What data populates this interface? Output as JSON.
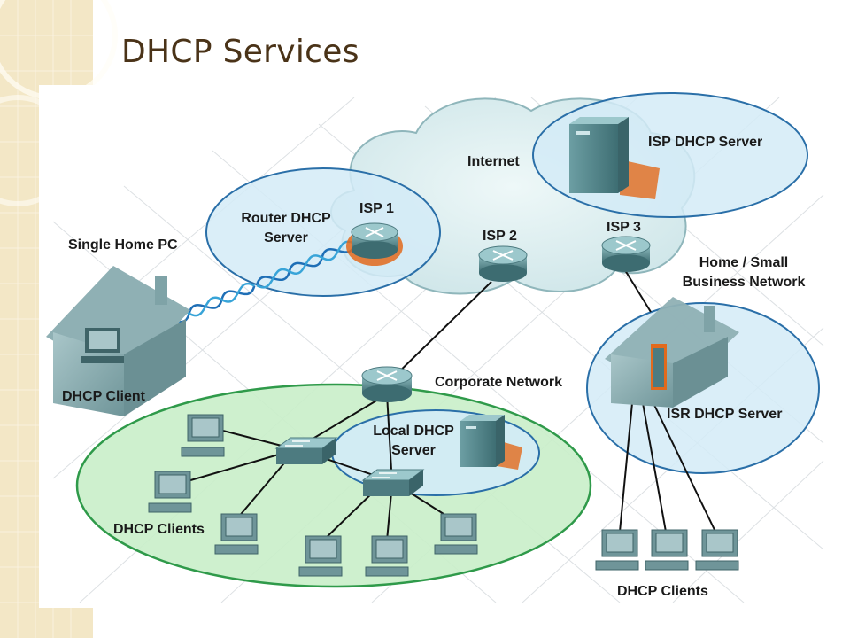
{
  "slide": {
    "title": "DHCP Services"
  },
  "diagram": {
    "labels": {
      "internet": "Internet",
      "isp_dhcp_server": "ISP DHCP Server",
      "router_dhcp_server_line1": "Router DHCP",
      "router_dhcp_server_line2": "Server",
      "isp1": "ISP 1",
      "isp2": "ISP 2",
      "isp3": "ISP 3",
      "single_home_pc": "Single Home PC",
      "home_small_line1": "Home / Small",
      "home_small_line2": "Business Network",
      "dhcp_client": "DHCP Client",
      "corporate_network": "Corporate Network",
      "local_dhcp_line1": "Local DHCP",
      "local_dhcp_line2": "Server",
      "isr_dhcp_server": "ISR DHCP Server",
      "dhcp_clients_left": "DHCP Clients",
      "dhcp_clients_right": "DHCP Clients"
    },
    "colors": {
      "cloud": "#d8ecee",
      "cloud_edge": "#7eaab0",
      "blue_zone": "#d3ebf7",
      "blue_zone_edge": "#2a6fa8",
      "green_zone": "#c9eec9",
      "green_zone_edge": "#2f9a4a",
      "device": "#5f8f94",
      "accent_orange": "#e26a1c",
      "title": "#4a3318"
    }
  }
}
